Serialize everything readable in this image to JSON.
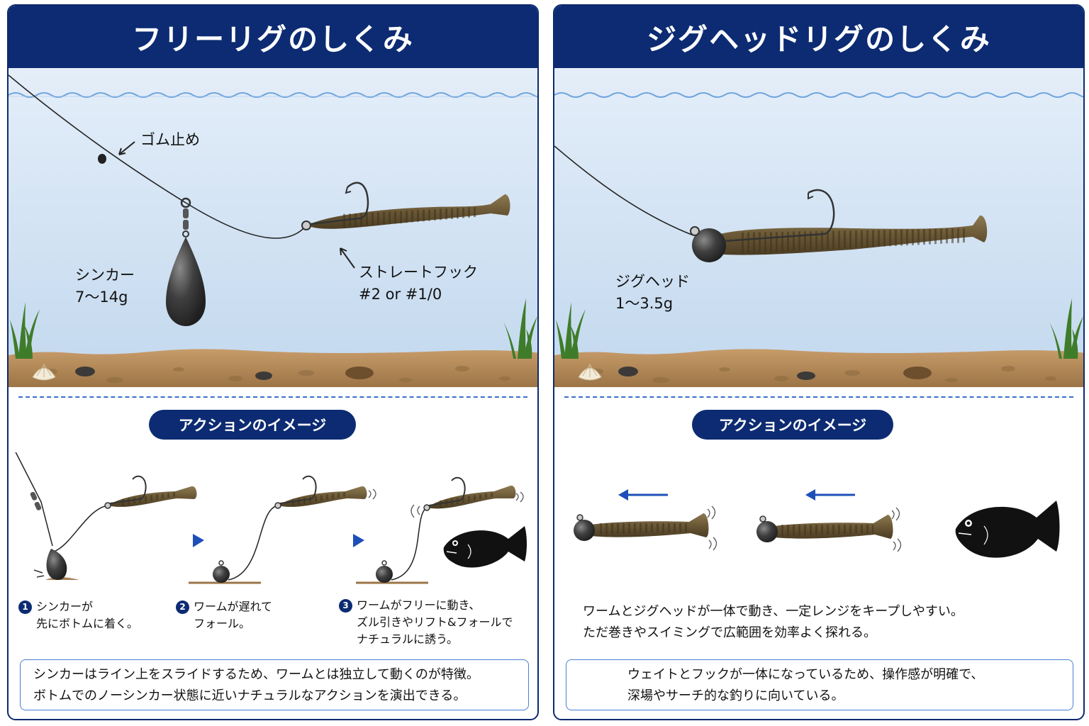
{
  "left_panel": {
    "title": "フリーリグのしくみ",
    "labels": {
      "rubber_stopper": "ゴム止め",
      "sinker": "シンカー\n7〜14g",
      "straight_hook": "ストレートフック\n#2 or #1/0"
    },
    "action_title": "アクションのイメージ",
    "steps": [
      {
        "num": "1",
        "line1": "シンカーが",
        "rest": "先にボトムに着く。"
      },
      {
        "num": "2",
        "line1": "ワームが遅れて",
        "rest": "フォール。"
      },
      {
        "num": "3",
        "line1": "ワームがフリーに動き、",
        "rest": "ズル引きやリフト&フォールで\nナチュラルに誘う。"
      }
    ],
    "note": "シンカーはライン上をスライドするため、ワームとは独立して動くのが特徴。\nボトムでのノーシンカー状態に近いナチュラルなアクションを演出できる。"
  },
  "right_panel": {
    "title": "ジグヘッドリグのしくみ",
    "labels": {
      "jighead": "ジグヘッド\n1〜3.5g"
    },
    "action_title": "アクションのイメージ",
    "description": "ワームとジグヘッドが一体で動き、一定レンジをキープしやすい。\nただ巻きやスイミングで広範囲を効率よく探れる。",
    "note": "ウェイトとフックが一体になっているため、操作感が明確で、\n深場やサーチ的な釣りに向いている。"
  },
  "colors": {
    "header": "#0c2b72",
    "water_top": "#ddeaf8",
    "water_bottom": "#c3d9ee",
    "sand": "#b88e5e",
    "worm": "#6b5a3b",
    "sinker": "#3a3a3a",
    "arrow_blue": "#1d4fb8",
    "note_border": "#4a7dd6"
  },
  "icons": [
    "sinker-icon",
    "worm-icon",
    "hook-icon",
    "fish-icon",
    "swivel-icon",
    "jighead-icon",
    "arrow-left-icon",
    "play-arrow-icon"
  ]
}
